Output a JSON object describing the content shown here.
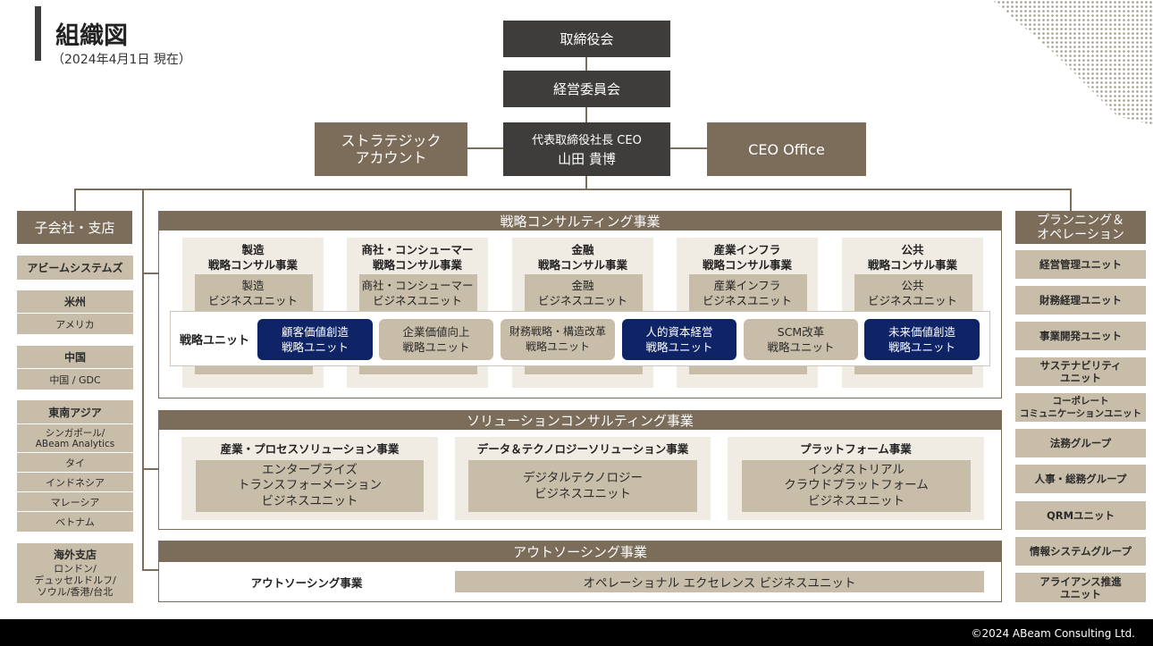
{
  "header": {
    "title": "組織図",
    "date": "（2024年4月1日 現在）"
  },
  "top": {
    "board": "取締役会",
    "committee": "経営委員会",
    "ceo_role": "代表取締役社長 CEO",
    "ceo_name": "山田 貴博",
    "strategic": [
      "ストラテジック",
      "アカウント"
    ],
    "ceo_office": "CEO Office"
  },
  "left": {
    "title": "子会社・支店",
    "abeam_systems": "アビームシステムズ",
    "americas": {
      "head": "米州",
      "items": [
        "アメリカ"
      ]
    },
    "china": {
      "head": "中国",
      "items": [
        "中国 / GDC"
      ]
    },
    "sea": {
      "head": "東南アジア",
      "items": [
        "シンガポール/",
        "ABeam Analytics",
        "タイ",
        "インドネシア",
        "マレーシア",
        "ベトナム"
      ]
    },
    "overseas": {
      "head": "海外支店",
      "items": [
        "ロンドン/",
        "デュッセルドルフ/",
        "ソウル/香港/台北"
      ]
    }
  },
  "strategy": {
    "title": "戦略コンサルティング事業",
    "divisions": [
      {
        "l1": "製造",
        "l2": "戦略コンサル事業",
        "u1": "製造",
        "u2": "ビジネスユニット"
      },
      {
        "l1": "商社・コンシューマー",
        "l2": "戦略コンサル事業",
        "u1": "商社・コンシューマー",
        "u2": "ビジネスユニット"
      },
      {
        "l1": "金融",
        "l2": "戦略コンサル事業",
        "u1": "金融",
        "u2": "ビジネスユニット"
      },
      {
        "l1": "産業インフラ",
        "l2": "戦略コンサル事業",
        "u1": "産業インフラ",
        "u2": "ビジネスユニット"
      },
      {
        "l1": "公共",
        "l2": "戦略コンサル事業",
        "u1": "公共",
        "u2": "ビジネスユニット"
      }
    ],
    "units_label": "戦略ユニット",
    "units": [
      {
        "l1": "顧客価値創造",
        "l2": "戦略ユニット",
        "style": "navy"
      },
      {
        "l1": "企業価値向上",
        "l2": "戦略ユニット",
        "style": "tan"
      },
      {
        "l1": "財務戦略・構造改革",
        "l2": "戦略ユニット",
        "style": "tan"
      },
      {
        "l1": "人的資本経営",
        "l2": "戦略ユニット",
        "style": "navy"
      },
      {
        "l1": "SCM改革",
        "l2": "戦略ユニット",
        "style": "tan"
      },
      {
        "l1": "未来価値創造",
        "l2": "戦略ユニット",
        "style": "navy"
      }
    ]
  },
  "solution": {
    "title": "ソリューションコンサルティング事業",
    "divisions": [
      {
        "head": "産業・プロセスソリューション事業",
        "lines": [
          "エンタープライズ",
          "トランスフォーメーション",
          "ビジネスユニット"
        ]
      },
      {
        "head": "データ＆テクノロジーソリューション事業",
        "lines": [
          "デジタルテクノロジー",
          "ビジネスユニット"
        ]
      },
      {
        "head": "プラットフォーム事業",
        "lines": [
          "インダストリアル",
          "クラウドプラットフォーム",
          "ビジネスユニット"
        ]
      }
    ]
  },
  "outsourcing": {
    "title": "アウトソーシング事業",
    "label": "アウトソーシング事業",
    "unit": "オペレーショナル エクセレンス ビジネスユニット"
  },
  "right": {
    "title": [
      "プランニング＆",
      "オペレーション"
    ],
    "items": [
      [
        "経営管理ユニット"
      ],
      [
        "財務経理ユニット"
      ],
      [
        "事業開発ユニット"
      ],
      [
        "サステナビリティ",
        "ユニット"
      ],
      [
        "コーポレート",
        "コミュニケーションユニット"
      ],
      [
        "法務グループ"
      ],
      [
        "人事・総務グループ"
      ],
      [
        "QRMユニット"
      ],
      [
        "情報システムグループ"
      ],
      [
        "アライアンス推進",
        "ユニット"
      ]
    ]
  },
  "footer": {
    "copyright": "©2024 ABeam Consulting Ltd."
  },
  "colors": {
    "dark": "#3f3d3b",
    "brown": "#7c6d5a",
    "tan": "#c8bda9",
    "light": "#f0ebe3",
    "navy": "#0e2466"
  }
}
